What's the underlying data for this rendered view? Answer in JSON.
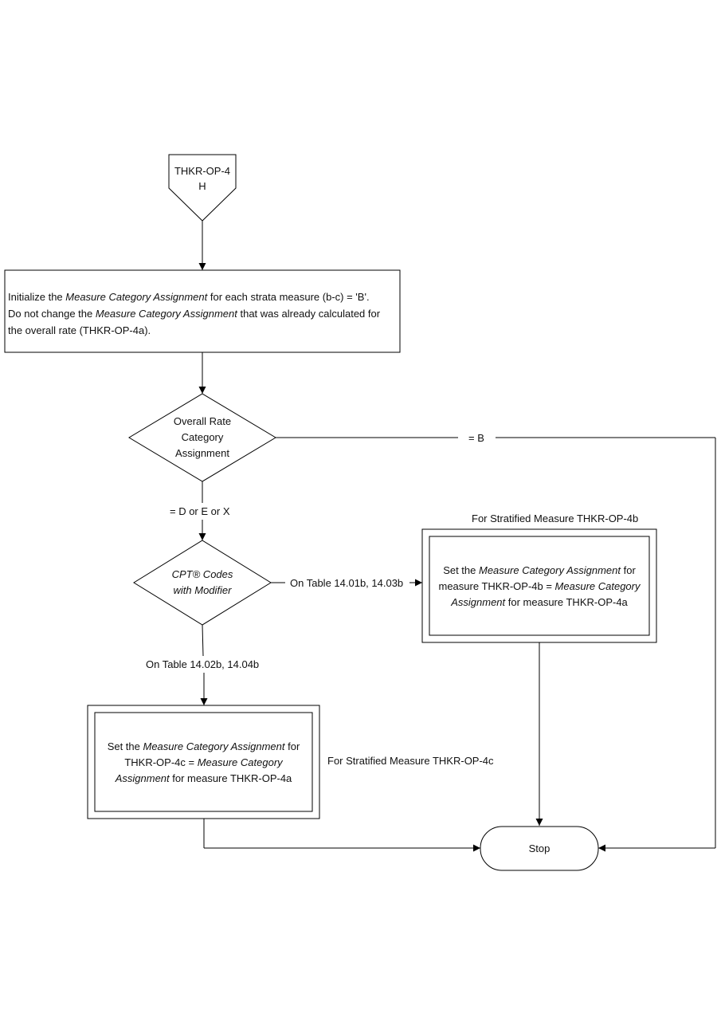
{
  "connector": {
    "line1": "THKR-OP-4",
    "line2": "H"
  },
  "init_box": {
    "p1": "Initialize the ",
    "p1_it": "Measure Category Assignment",
    "p2": " for each strata measure (b-c) = 'B'.",
    "p3": "Do not change the ",
    "p3_it": "Measure Category Assignment",
    "p4": " that was already calculated for",
    "p5": "the overall rate (THKR-OP-4a)."
  },
  "decision_overall": {
    "line1": "Overall Rate",
    "line2": "Category",
    "line3": "Assignment"
  },
  "label_eq_b": "= B",
  "label_eq_dex": "= D or  E or X",
  "decision_cpt": {
    "line1": "CPT® Codes",
    "line2": "with Modifier"
  },
  "label_table_right": "On Table 14.01b, 14.03b",
  "label_table_down": "On Table 14.02b, 14.04b",
  "strat_b": {
    "caption": "For Stratified Measure THKR-OP-4b",
    "p1": "Set the ",
    "p1_it": "Measure Category Assignment",
    "p2": " for",
    "p3": "measure THKR-OP-4b = ",
    "p3_it": "Measure Category",
    "p4_it": "Assignment",
    "p5": " for measure  THKR-OP-4a"
  },
  "strat_c": {
    "caption": "For Stratified Measure THKR-OP-4c",
    "p1": "Set the ",
    "p1_it": "Measure Category Assignment",
    "p2": " for",
    "p3": "THKR-OP-4c =  ",
    "p3_it": "Measure Category",
    "p4_it": "Assignment",
    "p5": " for measure THKR-OP-4a"
  },
  "stop": {
    "label": "Stop"
  }
}
